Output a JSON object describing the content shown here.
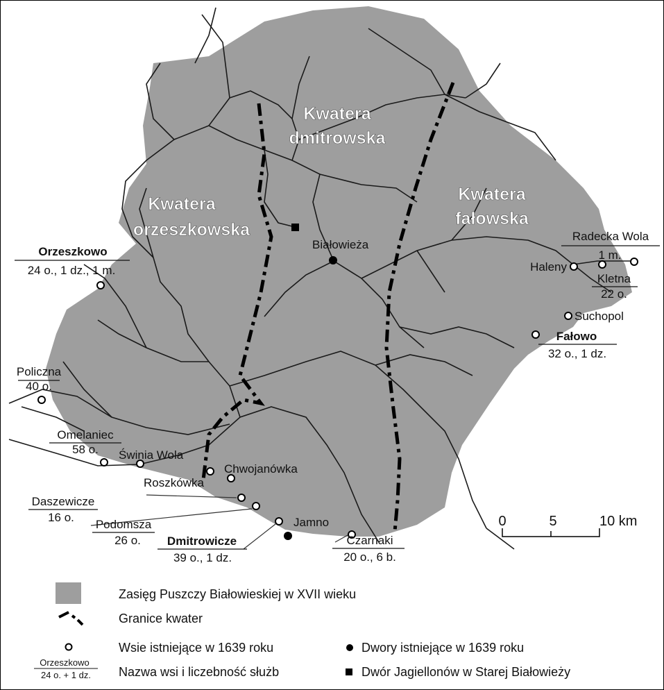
{
  "regions": [
    {
      "line1": "Kwatera",
      "line2": "dmitrowska"
    },
    {
      "line1": "Kwatera",
      "line2": "orzeszkowska"
    },
    {
      "line1": "Kwatera",
      "line2": "fałowska"
    }
  ],
  "places": {
    "orzeszkowo": {
      "name": "Orzeszkowo",
      "info": "24 o., 1 dz., 1 m."
    },
    "bialowieza": {
      "name": "Białowieża"
    },
    "radecka": {
      "name": "Radecka Wola",
      "info": "1 m."
    },
    "haleny": {
      "name": "Haleny"
    },
    "kletna": {
      "name": "Kletna",
      "info": "22 o."
    },
    "suchopol": {
      "name": "Suchopol"
    },
    "falowo": {
      "name": "Fałowo",
      "info": "32 o., 1 dz."
    },
    "policzna": {
      "name": "Policzna",
      "info": "40 o."
    },
    "omelaniec": {
      "name": "Omelaniec",
      "info": "58 o."
    },
    "swinia": {
      "name": "Świnia Wola"
    },
    "chwojanowka": {
      "name": "Chwojanówka"
    },
    "roszkowka": {
      "name": "Roszkówka"
    },
    "daszewicze": {
      "name": "Daszewicze",
      "info": "16 o."
    },
    "podomsza": {
      "name": "Podomsza",
      "info": "26 o."
    },
    "dmitrowicze": {
      "name": "Dmitrowicze",
      "info": "39 o., 1 dz."
    },
    "jamno": {
      "name": "Jamno"
    },
    "czarnaki": {
      "name": "Czarnaki",
      "info": "20 o., 6 b."
    }
  },
  "scale": {
    "t0": "0",
    "t5": "5",
    "t10": "10 km"
  },
  "legend": {
    "forest": "Zasięg Puszczy Białowieskiej w XVII wieku",
    "borders": "Granice kwater",
    "villages": "Wsie istniejące w 1639 roku",
    "courts": "Dwory istniejące w 1639 roku",
    "names": "Nazwa wsi i liczebność służb",
    "jagiellon": "Dwór Jagiellonów w Starej Białowieży",
    "sample_name": "Orzeszkowo",
    "sample_info": "24 o. + 1 dz."
  },
  "colors": {
    "forest": "#9e9e9e",
    "river": "#1a1a1a",
    "border": "#000000"
  }
}
